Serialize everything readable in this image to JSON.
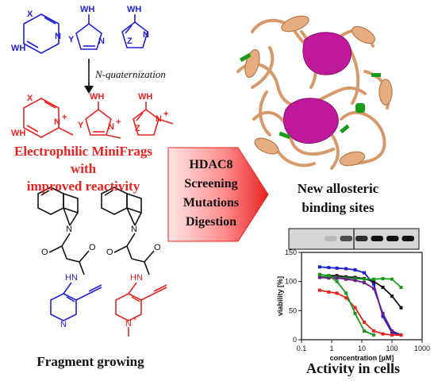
{
  "colors": {
    "blue": "#1f1fd6",
    "red": "#e8231f",
    "black": "#111111",
    "protein": "#d8996a",
    "pocket": "#c0189b",
    "green": "#1a9a1a"
  },
  "scheme": {
    "ring_labels_top": {
      "x": "X",
      "wh": "WH",
      "y": "Y",
      "z": "Z"
    },
    "arrow_label": "N-quaternization",
    "plus": "+"
  },
  "headline": {
    "line1": "Electrophilic MiniFrags",
    "line2": "with",
    "line3": "improved reactivity"
  },
  "arrow_box": {
    "lines": [
      "HDAC8",
      "Screening",
      "Mutations",
      "Digestion"
    ]
  },
  "protein_caption": {
    "line1": "New allosteric",
    "line2": "binding sites"
  },
  "fragment_caption": "Fragment growing",
  "atoms": {
    "o": "O",
    "n": "N",
    "hn": "HN"
  },
  "activity_caption": "Activity in cells",
  "chart_data": {
    "type": "line",
    "xlabel": "concentration [µM]",
    "ylabel": "viability [%]",
    "x_scale": "log",
    "xlim": [
      0.1,
      1000
    ],
    "ylim": [
      0,
      150
    ],
    "x_ticks": [
      "0.1",
      "1",
      "10",
      "100",
      "1000"
    ],
    "y_ticks": [
      "0",
      "50",
      "100",
      "150"
    ],
    "series": [
      {
        "color": "#1f1fd6",
        "x": [
          0.4,
          0.8,
          1.5,
          3,
          6,
          12,
          25,
          50,
          100,
          200
        ],
        "y": [
          125,
          124,
          123,
          122,
          120,
          115,
          95,
          40,
          12,
          8
        ]
      },
      {
        "color": "#111111",
        "x": [
          0.4,
          0.8,
          1.5,
          3,
          6,
          12,
          25,
          50,
          100,
          200
        ],
        "y": [
          112,
          110,
          110,
          108,
          107,
          105,
          100,
          90,
          75,
          55
        ]
      },
      {
        "color": "#1a9a1a",
        "x": [
          0.4,
          0.8,
          1.5,
          3,
          6,
          12,
          25,
          50,
          100,
          200
        ],
        "y": [
          108,
          108,
          107,
          106,
          105,
          104,
          104,
          105,
          104,
          90
        ]
      },
      {
        "color": "#6a1a8a",
        "x": [
          0.4,
          0.8,
          1.5,
          3,
          6,
          12,
          25,
          50,
          100,
          200
        ],
        "y": [
          107,
          106,
          106,
          104,
          102,
          98,
          88,
          45,
          15,
          8
        ]
      },
      {
        "color": "#e8231f",
        "x": [
          0.4,
          0.8,
          1.5,
          3,
          6,
          12,
          25,
          50,
          100,
          200
        ],
        "y": [
          85,
          82,
          80,
          72,
          55,
          30,
          15,
          10,
          8,
          8
        ]
      },
      {
        "color": "#1a9a1a",
        "x": [
          0.4,
          0.8,
          1.5,
          3,
          6,
          12,
          25
        ],
        "y": [
          112,
          110,
          100,
          80,
          45,
          15,
          8
        ]
      }
    ]
  },
  "blot": {
    "separator_after_band": 4,
    "band_intensity": [
      0,
      0,
      0.15,
      0.7,
      0.85,
      1,
      1,
      1
    ]
  }
}
